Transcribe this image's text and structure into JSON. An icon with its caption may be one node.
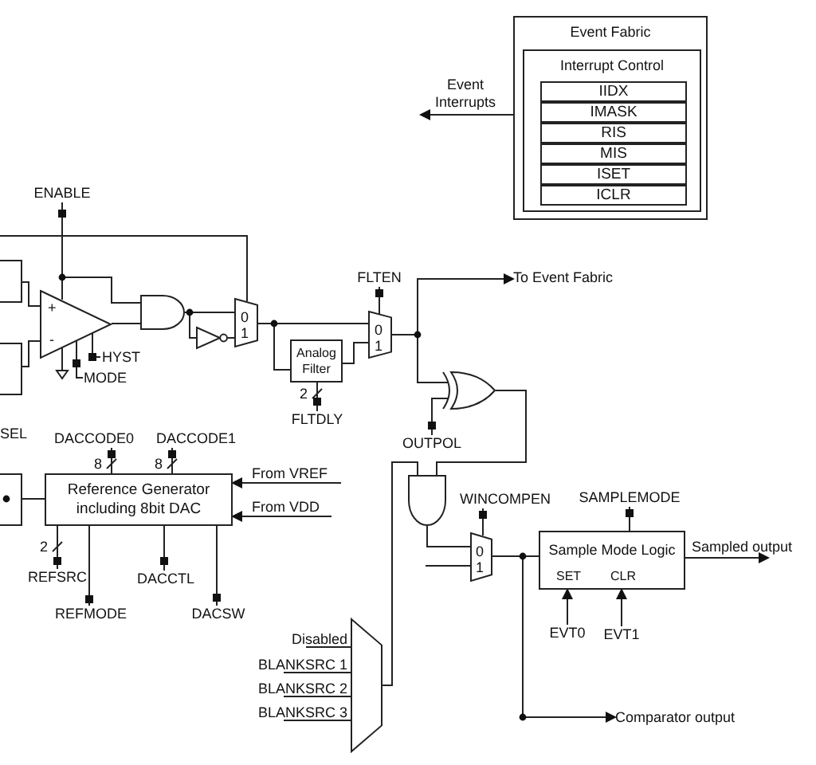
{
  "diagram": {
    "nodes": [
      {
        "text": [
          "Event Fabric"
        ]
      },
      {
        "text": [
          "Interrupt Control"
        ],
        "in": 0
      },
      {
        "text": [
          "IIDX"
        ],
        "in": 1
      },
      {
        "text": [
          "IMASK"
        ],
        "in": 1
      },
      {
        "text": [
          "RIS"
        ],
        "in": 1
      },
      {
        "text": [
          "MIS"
        ],
        "in": 1
      },
      {
        "text": [
          "ISET"
        ],
        "in": 1
      },
      {
        "text": [
          "ICLR"
        ],
        "in": 1
      },
      {
        "text": [
          "Event Interrupts"
        ]
      },
      {
        "text": [
          "ENABLE"
        ]
      },
      {
        "text": [
          "+",
          "-"
        ]
      },
      {
        "text": [
          "HYST"
        ]
      },
      {
        "text": [
          "MODE"
        ]
      },
      {
        "text": [],
        "shape": "gate"
      },
      {
        "text": [],
        "shape": "triangle"
      },
      {
        "text": [
          "0",
          "1"
        ]
      },
      {
        "text": [
          "Analog Filter"
        ]
      },
      {
        "text": [
          "FLTDLY"
        ]
      },
      {
        "text": [
          "FLTEN"
        ]
      },
      {
        "text": [
          "0",
          "1"
        ]
      },
      {
        "text": [
          "To Event Fabric"
        ]
      },
      {
        "text": [],
        "shape": "gate"
      },
      {
        "text": [
          "OUTPOL"
        ]
      },
      {
        "text": [],
        "shape": "gate"
      },
      {
        "text": [
          "0",
          "1"
        ]
      },
      {
        "text": [
          "WINCOMPEN"
        ]
      },
      {
        "text": [
          "Sample Mode Logic",
          "SET",
          "CLR"
        ]
      },
      {
        "text": [
          "SAMPLEMODE"
        ]
      },
      {
        "text": [
          "Sampled output"
        ]
      },
      {
        "text": [
          "EVT0"
        ]
      },
      {
        "text": [
          "EVT1"
        ]
      },
      {
        "text": [
          "Comparator output"
        ]
      },
      {
        "text": [],
        "shape": "trapezoid"
      },
      {
        "text": [
          "Disabled"
        ]
      },
      {
        "text": [
          "BLANKSRC 1"
        ]
      },
      {
        "text": [
          "BLANKSRC 2"
        ]
      },
      {
        "text": [
          "BLANKSRC 3"
        ]
      },
      {
        "text": [
          "Reference Generator including 8bit DAC"
        ]
      },
      {
        "text": [
          "DACCODE0"
        ]
      },
      {
        "text": [
          "DACCODE1"
        ]
      },
      {
        "text": [
          "From VREF"
        ]
      },
      {
        "text": [
          "From VDD"
        ]
      },
      {
        "text": [
          "REFSRC"
        ]
      },
      {
        "text": [
          "REFMODE"
        ]
      },
      {
        "text": [
          "DACCTL"
        ]
      },
      {
        "text": [
          "DACSW"
        ]
      },
      {
        "text": [],
        "shape": "box"
      },
      {
        "text": [],
        "shape": "box"
      },
      {
        "text": [],
        "shape": "box"
      },
      {
        "text": [],
        "shape": "ground"
      }
    ],
    "edges": [
      {
        "from": 1,
        "to": 8,
        "arrow": "to"
      },
      {
        "from": 9,
        "to": 10,
        "arrow": "none"
      },
      {
        "from": 9,
        "to": 13,
        "arrow": "none"
      },
      {
        "from": 46,
        "to": 10,
        "arrow": "none"
      },
      {
        "from": 47,
        "to": 10,
        "arrow": "none"
      },
      {
        "from": 10,
        "to": 11,
        "arrow": "none"
      },
      {
        "from": 10,
        "to": 12,
        "arrow": "none"
      },
      {
        "from": 10,
        "to": 13,
        "arrow": "none"
      },
      {
        "from": 13,
        "to": 15,
        "arrow": "none"
      },
      {
        "from": 13,
        "to": 14,
        "arrow": "none"
      },
      {
        "from": 14,
        "to": 15,
        "arrow": "none"
      },
      {
        "from": null,
        "to": 15,
        "arrow": "none"
      },
      {
        "from": 15,
        "to": 19,
        "arrow": "none"
      },
      {
        "from": 15,
        "to": 16,
        "arrow": "none"
      },
      {
        "from": 16,
        "to": 19,
        "arrow": "none"
      },
      {
        "from": 17,
        "to": 16,
        "arrow": "none",
        "label": "2"
      },
      {
        "from": 18,
        "to": 19,
        "arrow": "none"
      },
      {
        "from": 19,
        "to": 20,
        "arrow": "to"
      },
      {
        "from": 19,
        "to": 21,
        "arrow": "none"
      },
      {
        "from": 22,
        "to": 21,
        "arrow": "none"
      },
      {
        "from": 21,
        "to": 23,
        "arrow": "none"
      },
      {
        "from": 32,
        "to": 23,
        "arrow": "none"
      },
      {
        "from": 23,
        "to": 24,
        "arrow": "none"
      },
      {
        "from": null,
        "to": 24,
        "arrow": "none"
      },
      {
        "from": 25,
        "to": 24,
        "arrow": "none"
      },
      {
        "from": 24,
        "to": 26,
        "arrow": "none"
      },
      {
        "from": 24,
        "to": 31,
        "arrow": "to"
      },
      {
        "from": 27,
        "to": 26,
        "arrow": "none"
      },
      {
        "from": 26,
        "to": 28,
        "arrow": "to"
      },
      {
        "from": 29,
        "to": 26,
        "arrow": "to"
      },
      {
        "from": 30,
        "to": 26,
        "arrow": "to"
      },
      {
        "from": 33,
        "to": 32,
        "arrow": "none"
      },
      {
        "from": 34,
        "to": 32,
        "arrow": "none"
      },
      {
        "from": 35,
        "to": 32,
        "arrow": "none"
      },
      {
        "from": 36,
        "to": 32,
        "arrow": "none"
      },
      {
        "from": 38,
        "to": 37,
        "arrow": "none",
        "label": "8"
      },
      {
        "from": 39,
        "to": 37,
        "arrow": "none",
        "label": "8"
      },
      {
        "from": 40,
        "to": 37,
        "arrow": "to"
      },
      {
        "from": 41,
        "to": 37,
        "arrow": "to"
      },
      {
        "from": 42,
        "to": 37,
        "arrow": "none",
        "label": "2"
      },
      {
        "from": 43,
        "to": 37,
        "arrow": "none"
      },
      {
        "from": 44,
        "to": 37,
        "arrow": "none"
      },
      {
        "from": 45,
        "to": 37,
        "arrow": "none"
      },
      {
        "from": 48,
        "to": 37,
        "arrow": "none"
      },
      {
        "from": 10,
        "to": 49,
        "arrow": "none"
      }
    ],
    "labels": [
      "SEL"
    ]
  }
}
